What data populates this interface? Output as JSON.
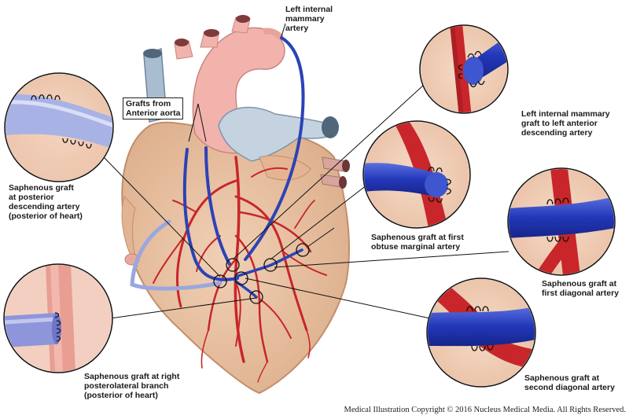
{
  "labels": {
    "lima": "Left internal\nmammary\nartery",
    "grafts_aorta": "Grafts from\nAnterior aorta",
    "lima_lad": "Left internal mammary\ngraft to left anterior\ndescending artery",
    "pda": "Saphenous graft\nat posterior\ndescending artery\n(posterior of heart)",
    "obtuse": "Saphenous graft at first\nobtuse marginal artery",
    "diag1": "Saphenous graft at\nfirst diagonal artery",
    "diag2": "Saphenous graft at\nsecond diagonal artery",
    "rpl": "Saphenous graft at right\nposterolateral branch\n(posterior of heart)"
  },
  "copyright": "Medical Illustration Copyright © 2016 Nucleus Medical Media.  All Rights Reserved.",
  "colors": {
    "myocardium": "#ecc3a4",
    "aorta": "#f2b3ad",
    "vein": "#b9c9d8",
    "artery": "#c8262a",
    "graft": "#2c43b5",
    "saphenous_light": "#a9b2e4"
  }
}
